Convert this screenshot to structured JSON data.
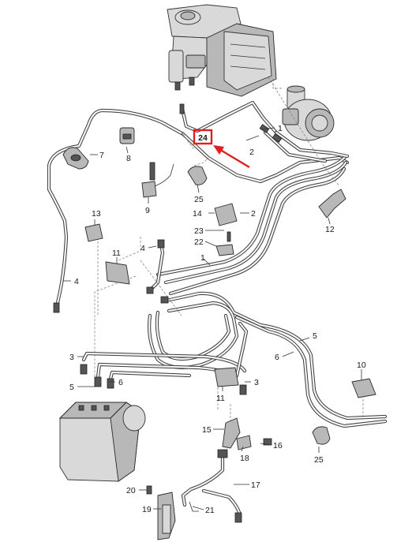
{
  "diagram": {
    "highlight": {
      "label": "24",
      "box_color": "#e02020",
      "arrow_color": "#e02020"
    },
    "callouts": {
      "c1a": "1",
      "c1b": "1",
      "c2a": "2",
      "c2b": "2",
      "c3a": "3",
      "c3b": "3",
      "c4a": "4",
      "c4b": "4",
      "c5a": "5",
      "c5b": "5",
      "c6a": "6",
      "c6b": "6",
      "c7": "7",
      "c8": "8",
      "c9": "9",
      "c10": "10",
      "c11a": "11",
      "c11b": "11",
      "c12": "12",
      "c13": "13",
      "c14": "14",
      "c15": "15",
      "c16": "16",
      "c17": "17",
      "c18": "18",
      "c19": "19",
      "c20": "20",
      "c21": "21",
      "c22": "22",
      "c23": "23",
      "c25a": "25",
      "c25b": "25"
    },
    "components": {
      "master_cylinder": "brake-master-cylinder",
      "vacuum_pump": "vacuum-pump",
      "abs_unit": "abs-hydraulic-unit"
    }
  }
}
